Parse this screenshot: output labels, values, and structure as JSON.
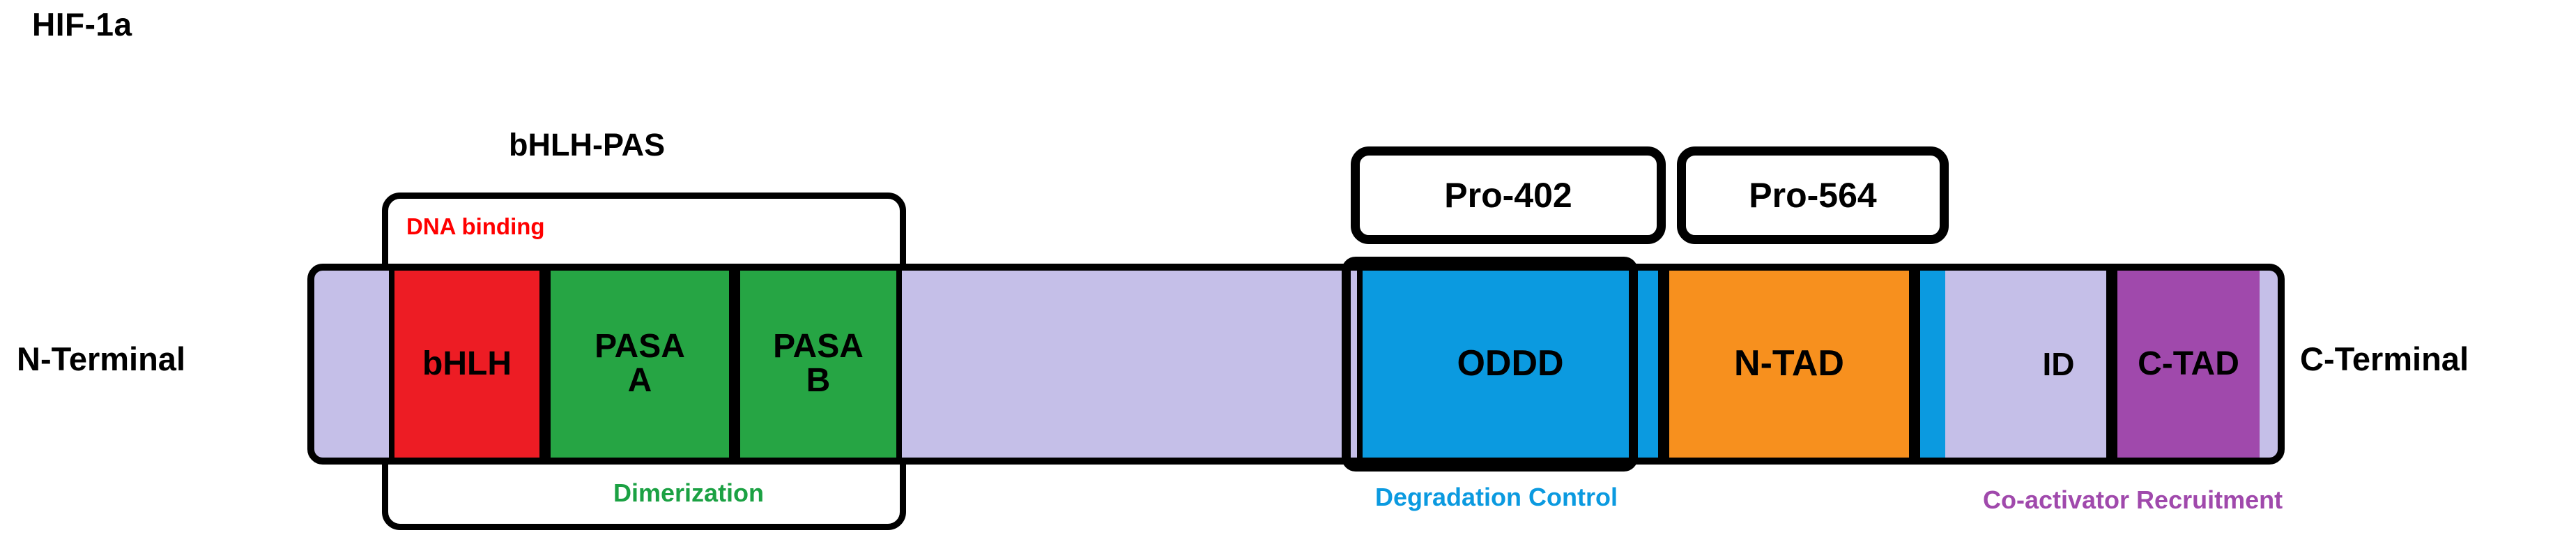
{
  "diagram": {
    "title": "HIF-1a",
    "type": "protein-domain-map",
    "terminals": {
      "n_label": "N-Terminal",
      "c_label": "C-Terminal"
    },
    "backbone": {
      "fill_color": "#c5bfe8",
      "stroke_color": "#000000"
    },
    "domains": [
      {
        "id": "bhlh",
        "label": "bHLH",
        "sub": "",
        "color": "#ed1c24"
      },
      {
        "id": "pasa_a",
        "label": "PASA",
        "sub": "A",
        "color": "#26a544"
      },
      {
        "id": "pasa_b",
        "label": "PASA",
        "sub": "B",
        "color": "#26a544"
      },
      {
        "id": "oddd",
        "label": "ODDD",
        "sub": "",
        "color": "#0b9ae0"
      },
      {
        "id": "ntad",
        "label": "N-TAD",
        "sub": "",
        "color": "#f7901e"
      },
      {
        "id": "spacer_blue",
        "label": "",
        "sub": "",
        "color": "#0b9ae0"
      },
      {
        "id": "id",
        "label": "ID",
        "sub": "",
        "color": "#c5bfe8"
      },
      {
        "id": "ctad",
        "label": "C-TAD",
        "sub": "",
        "color": "#a049ac"
      }
    ],
    "brackets": {
      "bhlh_pas": {
        "title": "bHLH-PAS",
        "top_annotation": "DNA binding",
        "top_annotation_color": "#ff0000",
        "bottom_annotation": "Dimerization",
        "bottom_annotation_color": "#1ba143"
      },
      "degradation": {
        "bottom_annotation": "Degradation Control",
        "bottom_annotation_color": "#0b9ae0"
      },
      "coactivator": {
        "bottom_annotation": "Co-activator Recruitment",
        "bottom_annotation_color": "#a049ac"
      }
    },
    "callouts": [
      {
        "id": "pro402",
        "label": "Pro-402"
      },
      {
        "id": "pro564",
        "label": "Pro-564"
      }
    ]
  }
}
